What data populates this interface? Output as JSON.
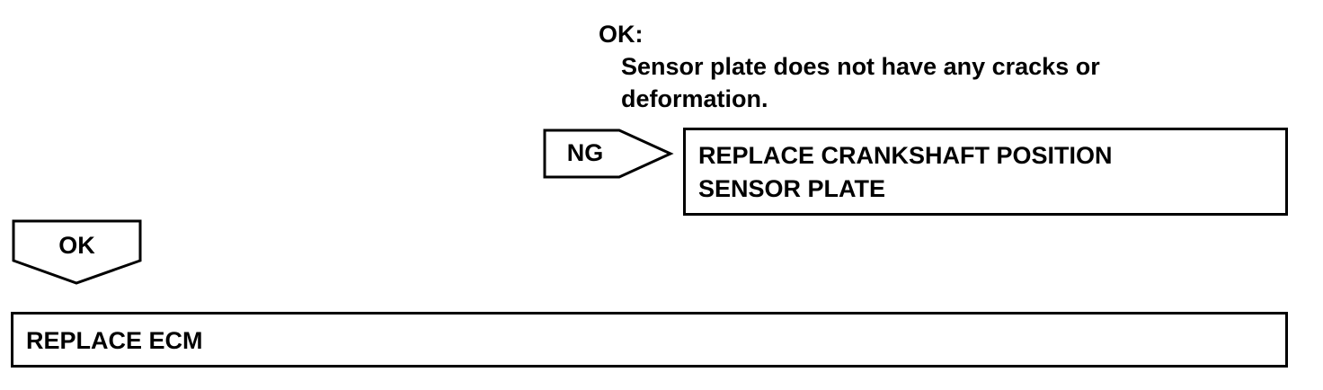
{
  "condition": {
    "heading": "OK:",
    "lines": [
      "Sensor plate does not have any cracks or",
      "deformation."
    ]
  },
  "ng_branch": {
    "tag": "NG",
    "action_lines": [
      "REPLACE CRANKSHAFT POSITION",
      "SENSOR PLATE"
    ]
  },
  "ok_branch": {
    "tag": "OK",
    "action": "REPLACE ECM"
  }
}
